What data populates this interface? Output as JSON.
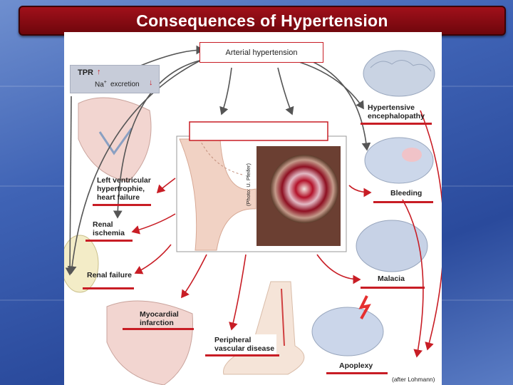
{
  "slide": {
    "title": "Consequences of Hypertension"
  },
  "diagram": {
    "center": "Arterial hypertension",
    "tpr_box": {
      "tpr": "TPR",
      "na": "Na",
      "na_sup": "+",
      "excretion": "excretion"
    },
    "consequences_left": [
      {
        "line1": "Left ventricular",
        "line2": "hypertrophie,",
        "line3": "heart failure"
      },
      {
        "line1": "Renal",
        "line2": "ischemia"
      },
      {
        "line1": "Renal failure"
      },
      {
        "line1": "Myocardial",
        "line2": "infarction"
      }
    ],
    "consequences_right": [
      {
        "line1": "Hypertensive",
        "line2": "encephalopathy"
      },
      {
        "line1": "Bleeding"
      },
      {
        "line1": "Malacia"
      },
      {
        "line1": "Apoplexy"
      }
    ],
    "peripheral": {
      "line1": "Peripheral",
      "line2": "vascular disease"
    },
    "photo_credit": "(Photo: U. Pfeifer)",
    "source_credit": "(after Lohmann)"
  },
  "colors": {
    "accent": "#c81d25",
    "title_bg": "#8a0a12",
    "arrow": "#555555"
  }
}
